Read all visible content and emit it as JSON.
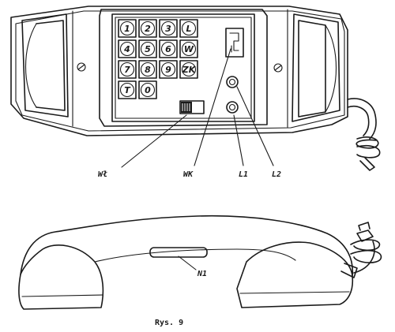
{
  "keypad": {
    "keys": [
      "1",
      "2",
      "3",
      "L",
      "4",
      "5",
      "6",
      "W",
      "7",
      "8",
      "9",
      "ZK",
      "T",
      "0"
    ]
  },
  "labels": {
    "wl": "Wł",
    "wk": "WK",
    "l1": "L1",
    "l2": "L2",
    "n1": "N1"
  },
  "caption": "Rys. 9"
}
